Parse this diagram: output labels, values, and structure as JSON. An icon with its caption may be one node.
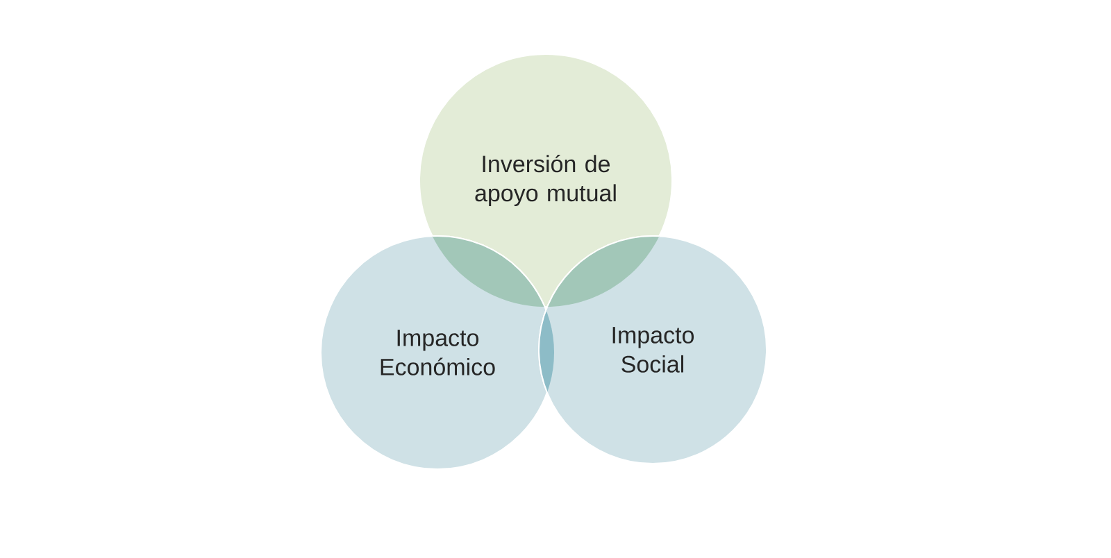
{
  "diagram": {
    "nodes": [
      {
        "text": [
          "Inversión de apoyo mutual"
        ]
      },
      {
        "text": [
          "Impacto Económico"
        ]
      },
      {
        "text": [
          "Impacto Social"
        ]
      }
    ]
  }
}
